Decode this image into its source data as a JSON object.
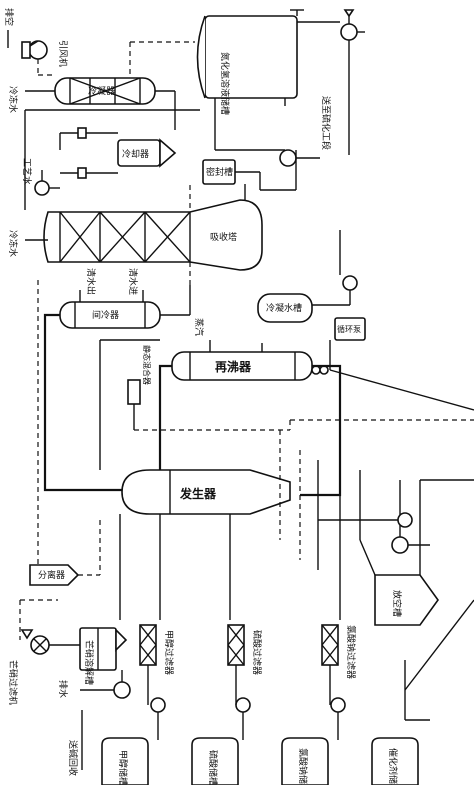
{
  "labels": {
    "vent_top": "排空",
    "induced_fan": "引风机",
    "cold_water_1": "冷冻水",
    "absorber_top": "冷凝器",
    "tank_top_right": "氮化氢溶液储槽",
    "to_workshop": "送至硫化工段",
    "cooler_small": "冷却器",
    "process_water": "工艺水",
    "seal_tank": "密封槽",
    "cold_water_2": "冷冻水",
    "absorption_tower": "吸收塔",
    "clean_water_out": "清水出",
    "clean_water_in": "清水进",
    "intercooler": "间冷器",
    "steam": "蒸汽",
    "cold_water_tank": "冷凝水槽",
    "circ_pump": "循环泵",
    "static_mixer": "静态混合器",
    "reboiler": "再沸器",
    "generator": "发生器",
    "separator": "分离器",
    "waste_tank": "放空槽",
    "slurry_filter": "芒硝过滤机",
    "dilute_tank": "芒硝溶解槽",
    "drain_water": "排水",
    "to_recovery": "送碱回收",
    "methanol_filter": "甲醇过滤器",
    "acid_filter": "硫酸过滤器",
    "chlorate_filter": "氯酸钠过滤器",
    "methanol_tank": "甲醇储槽",
    "sulfuric_tank": "硫酸储槽",
    "chlorate_tank": "氯酸钠储槽",
    "catalyst_tank": "催化剂储槽"
  }
}
